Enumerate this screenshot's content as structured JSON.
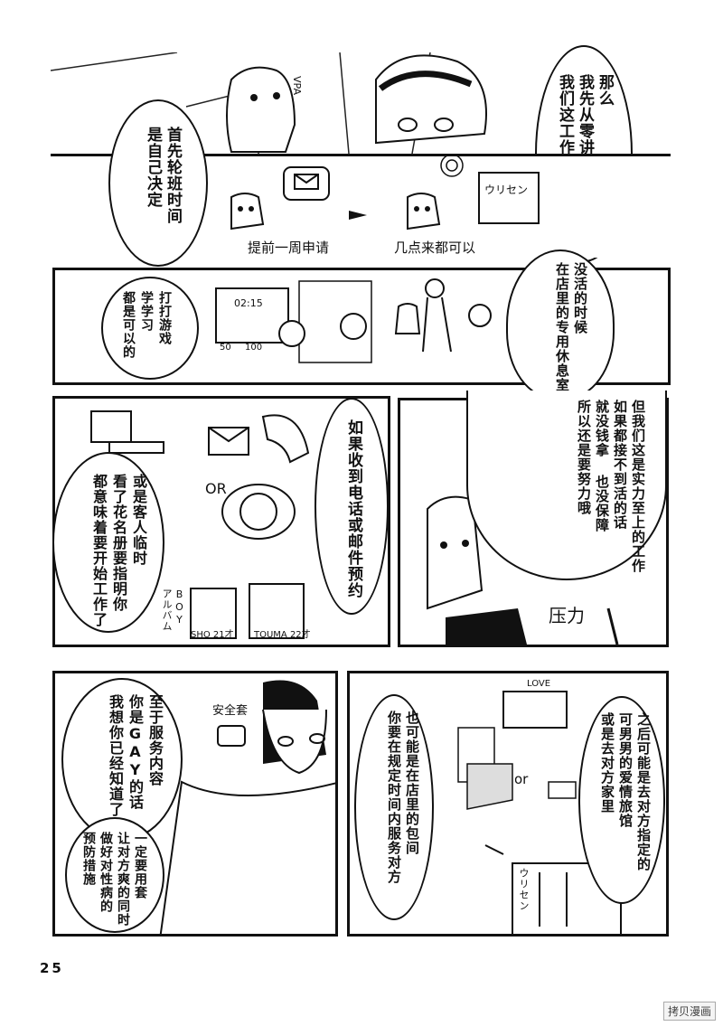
{
  "page": {
    "number": "25",
    "watermark": "拷贝漫画"
  },
  "panel1": {
    "bubble_right": "那么\n我先从零讲解一下\n我们这工作吧",
    "sign_text": "VPA"
  },
  "panel2": {
    "bubble_left": "首先轮班时间\n是自己决定",
    "caption_left": "提前一周申请",
    "caption_right": "几点来都可以",
    "sign_text": "ウリセン"
  },
  "panel3": {
    "bubble_right": "没活的时候\n在店里的专用休息室",
    "bubble_left": "打打游戏\n学学习\n都是可以的",
    "screen_time": "02:15",
    "screen_scores": [
      "50",
      "100"
    ]
  },
  "panel4": {
    "bubble_right": "如果收到电话或邮件预约",
    "bubble_left": "或是客人临时\n看了花名册要指明你\n都意味着要开始工作了",
    "or_text": "OR",
    "album_label": "BOY\nアルバム",
    "photo_labels": [
      "SHO 21才",
      "TOUMA 22才"
    ]
  },
  "panel5": {
    "bubble": "但我们这是实力至上的工作\n如果都接不到活的话\n就没钱拿 也没保障\n所以还是要努力哦",
    "stamp": "压力"
  },
  "panel6": {
    "bubble_top": "至于服务内容\n你是GAY的话\n我想你已经知道了",
    "label": "安全套",
    "bubble_bottom": "一定要用套\n让对方爽的同时\n做好对性病的\n预防措施"
  },
  "panel7": {
    "bubble_right": "之后可能是去对方指定的\n可男男的爱情旅馆\n或是去对方家里",
    "bubble_left": "也可能是在店里的包间\n你要在规定时间内服务对方",
    "or_text": "or",
    "sign_top": "LOVE",
    "sign_text": "ウリセン"
  }
}
